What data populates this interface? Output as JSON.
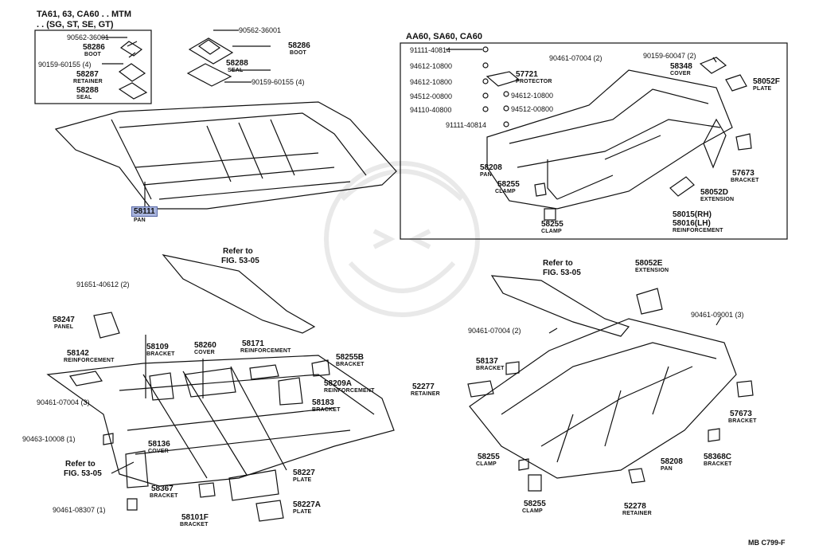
{
  "headers": {
    "top_left_line1": "TA61, 63, CA60 . . MTM",
    "top_left_line2": ". . (SG, ST, SE, GT)",
    "top_right": "AA60, SA60, CA60"
  },
  "refs": {
    "ref1_line1": "Refer to",
    "ref1_line2": "FIG. 53-05",
    "ref2_line1": "Refer to",
    "ref2_line2": "FIG. 53-05",
    "ref3_line1": "Refer to",
    "ref3_line2": "FIG. 53-05"
  },
  "footer": {
    "code": "MB  C799-F"
  },
  "labels": {
    "p90562_36001_a": "90562-36001",
    "p58286_a": "58286",
    "p58286_a_sub": "BOOT",
    "p90159_60155_a": "90159-60155 (4)",
    "p58287_a": "58287",
    "p58287_a_sub": "RETAINER",
    "p58288_a": "58288",
    "p58288_a_sub": "SEAL",
    "p90562_36001_b": "90562-36001",
    "p58286_b": "58286",
    "p58286_b_sub": "BOOT",
    "p58288_b": "58288",
    "p58288_b_sub": "SEAL",
    "p90159_60155_b": "90159-60155 (4)",
    "p58111": "58111",
    "p58111_sub": "PAN",
    "p91111_40814_a": "91111-40814",
    "p94612_10800_a": "94612-10800",
    "p94612_10800_b": "94612-10800",
    "p94512_00800_a": "94512-00800",
    "p94110_40800": "94110-40800",
    "p91111_40814_b": "91111-40814",
    "p90461_07004_a": "90461-07004 (2)",
    "p57721": "57721",
    "p57721_sub": "PROTECTOR",
    "p94612_10800_c": "94612-10800",
    "p94512_00800_b": "94512-00800",
    "p90159_60047": "90159-60047 (2)",
    "p58348": "58348",
    "p58348_sub": "COVER",
    "p58052F": "58052F",
    "p58052F_sub": "PLATE",
    "p58208_a": "58208",
    "p58208_a_sub": "PAN",
    "p58255_a": "58255",
    "p58255_a_sub": "CLAMP",
    "p58255_b": "58255",
    "p58255_b_sub": "CLAMP",
    "p57673_a": "57673",
    "p57673_a_sub": "BRACKET",
    "p58052D": "58052D",
    "p58052D_sub": "EXTENSION",
    "p58015": "58015(RH)",
    "p58016": "58016(LH)",
    "p58015_sub": "REINFORCEMENT",
    "p91651_40612": "91651-40612 (2)",
    "p58247": "58247",
    "p58247_sub": "PANEL",
    "p58142": "58142",
    "p58142_sub": "REINFORCEMENT",
    "p90461_07004_b": "90461-07004 (3)",
    "p90463_10008": "90463-10008 (1)",
    "p58109": "58109",
    "p58109_sub": "BRACKET",
    "p58260": "58260",
    "p58260_sub": "COVER",
    "p58171": "58171",
    "p58171_sub": "REINFORCEMENT",
    "p58255B": "58255B",
    "p58255B_sub": "BRACKET",
    "p58209A": "58209A",
    "p58209A_sub": "REINFORCEMENT",
    "p58183": "58183",
    "p58183_sub": "BRACKET",
    "p58136": "58136",
    "p58136_sub": "COVER",
    "p58367": "58367",
    "p58367_sub": "BRACKET",
    "p58227": "58227",
    "p58227_sub": "PLATE",
    "p58227A": "58227A",
    "p58227A_sub": "PLATE",
    "p90461_08307": "90461-08307 (1)",
    "p58101F": "58101F",
    "p58101F_sub": "BRACKET",
    "p58052E": "58052E",
    "p58052E_sub": "EXTENSION",
    "p90461_09001": "90461-09001 (3)",
    "p90461_07004_c": "90461-07004 (2)",
    "p58137": "58137",
    "p58137_sub": "BRACKET",
    "p52277": "52277",
    "p52277_sub": "RETAINER",
    "p57673_b": "57673",
    "p57673_b_sub": "BRACKET",
    "p58255_c": "58255",
    "p58255_c_sub": "CLAMP",
    "p58208_b": "58208",
    "p58208_b_sub": "PAN",
    "p58368C": "58368C",
    "p58368C_sub": "BRACKET",
    "p58255_d": "58255",
    "p58255_d_sub": "CLAMP",
    "p52278": "52278",
    "p52278_sub": "RETAINER"
  }
}
